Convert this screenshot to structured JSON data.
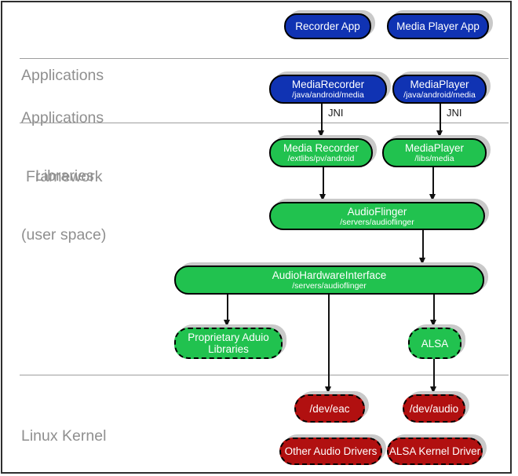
{
  "colors": {
    "app_blue": "#1033b3",
    "lib_green": "#21c24f",
    "kernel_red": "#b11010",
    "shadow_gray": "#c9c9c9",
    "section_label_gray": "#8f8f8f",
    "divider_gray": "#9e9e9e",
    "border_dark": "#2e2e2e",
    "arrow_black": "#111111"
  },
  "sections": {
    "applications": {
      "line1": "Applications"
    },
    "framework": {
      "line1": "Applications",
      "line2": "Framework"
    },
    "libraries": {
      "line1": "Libraries",
      "line2": "(user space)"
    },
    "kernel": {
      "line1": "Linux Kernel"
    }
  },
  "annotations": {
    "jni": "JNI"
  },
  "nodes": {
    "recorder_app": {
      "title": "Recorder App"
    },
    "media_player_app": {
      "title": "Media Player App"
    },
    "media_recorder_fw": {
      "title": "MediaRecorder",
      "subtitle": "/java/android/media"
    },
    "media_player_fw": {
      "title": "MediaPlayer",
      "subtitle": "/java/android/media"
    },
    "media_recorder_lib": {
      "title": "Media Recorder",
      "subtitle": "/extlibs/pv/android"
    },
    "media_player_lib": {
      "title": "MediaPlayer",
      "subtitle": "/libs/media"
    },
    "audio_flinger": {
      "title": "AudioFlinger",
      "subtitle": "/servers/audioflinger"
    },
    "audio_hardware_interface": {
      "title": "AudioHardwareInterface",
      "subtitle": "/servers/audioflinger"
    },
    "proprietary_audio_libraries": {
      "title": "Proprietary Aduio",
      "title2": "Libraries"
    },
    "alsa": {
      "title": "ALSA"
    },
    "dev_eac": {
      "title": "/dev/eac"
    },
    "dev_audio": {
      "title": "/dev/audio"
    },
    "other_audio_drivers": {
      "title": "Other Audio Drivers"
    },
    "alsa_kernel_driver": {
      "title": "ALSA Kernel Driver"
    }
  }
}
